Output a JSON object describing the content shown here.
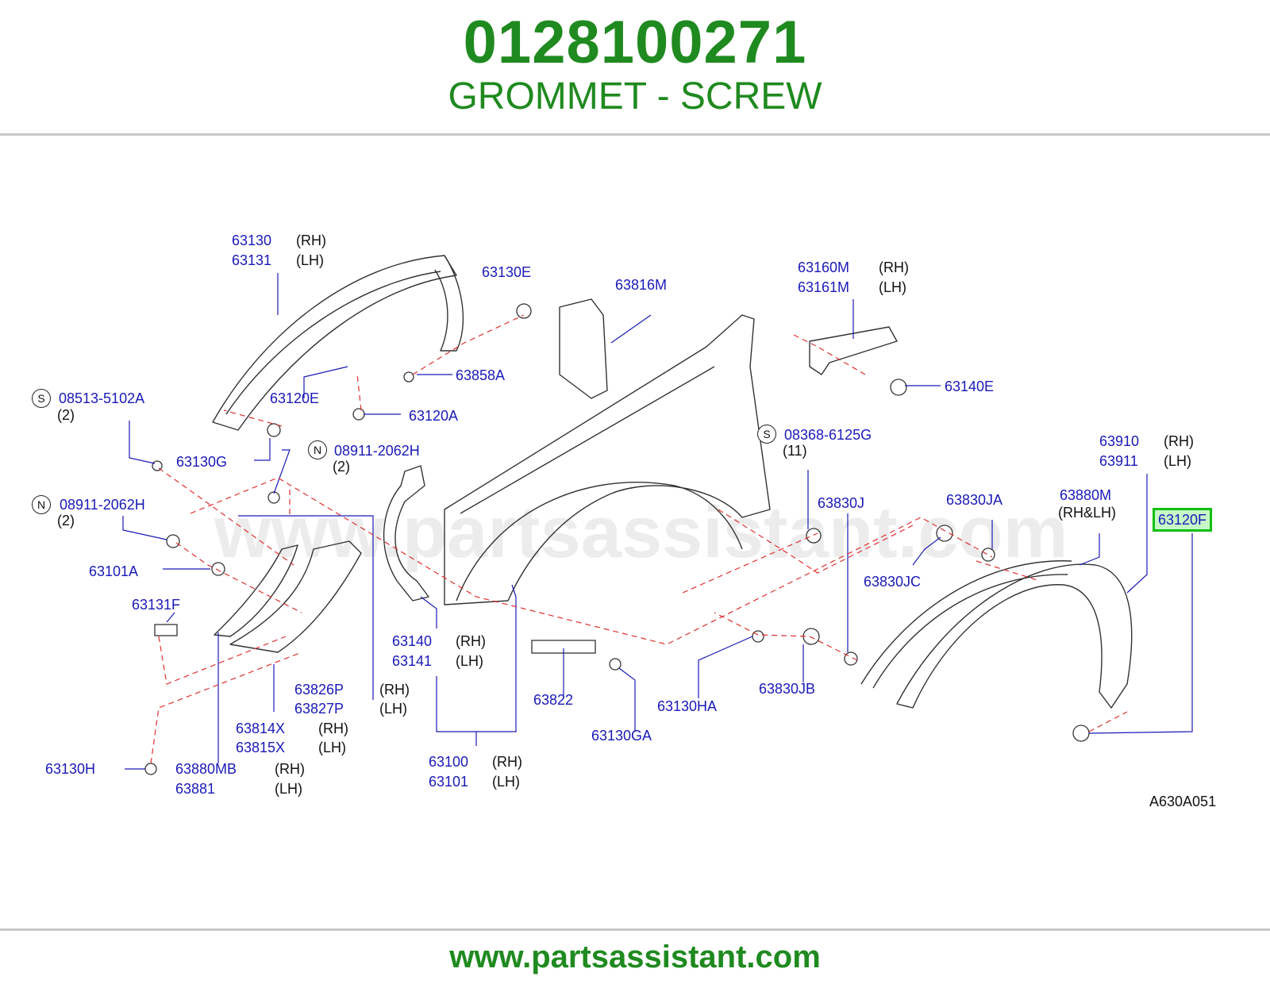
{
  "header": {
    "part_number": "0128100271",
    "part_name": "GROMMET - SCREW"
  },
  "footer": {
    "url": "www.partsassistant.com"
  },
  "diagram": {
    "watermark": "www.partsassistant.com",
    "code": "A630A051",
    "highlighted": "63120F",
    "labels": {
      "p63130": "63130",
      "p63131": "63131",
      "p63130E": "63130E",
      "p63816M": "63816M",
      "p63160M": "63160M",
      "p63161M": "63161M",
      "p63858A": "63858A",
      "p63140E": "63140E",
      "p08513": "08513-5102A",
      "p63120E": "63120E",
      "p63120A": "63120A",
      "p63130G": "63130G",
      "p08911a": "08911-2062H",
      "p08368": "08368-6125G",
      "p63910": "63910",
      "p63911": "63911",
      "p08911b": "08911-2062H",
      "p63830J": "63830J",
      "p63830JA": "63830JA",
      "p63880M": "63880M",
      "p63830JC": "63830JC",
      "p63101A": "63101A",
      "p63131F": "63131F",
      "p63140": "63140",
      "p63141": "63141",
      "p63826P": "63826P",
      "p63827P": "63827P",
      "p63822": "63822",
      "p63130HA": "63130HA",
      "p63830JB": "63830JB",
      "p63814X": "63814X",
      "p63815X": "63815X",
      "p63130GA": "63130GA",
      "p63100": "63100",
      "p63101": "63101",
      "p63130H": "63130H",
      "p63880MB": "63880MB",
      "p63881": "63881"
    },
    "notes": {
      "rh": "(RH)",
      "lh": "(LH)",
      "rhlh": "(RH&LH)",
      "q2": "(2)",
      "q11": "(11)"
    },
    "circles": {
      "s": "S",
      "n": "N"
    }
  }
}
